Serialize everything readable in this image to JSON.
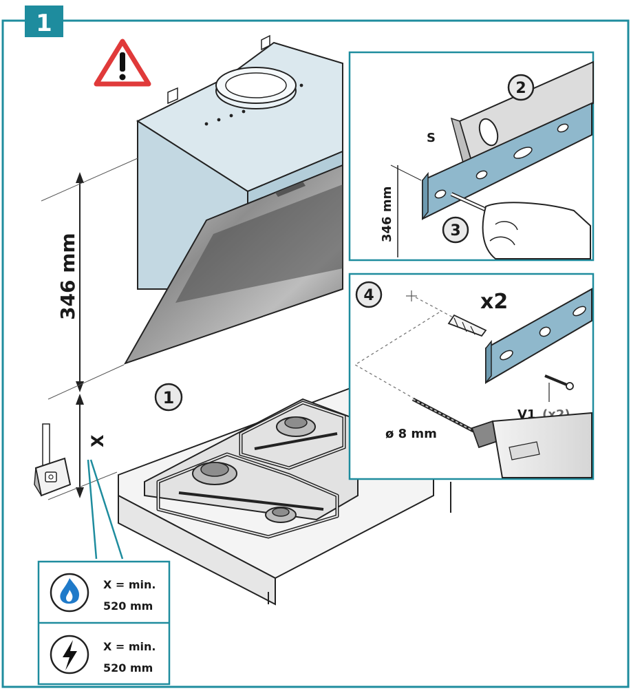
{
  "step_number": "1",
  "main_dimension": "346 mm",
  "clearance_variable": "X",
  "callouts": {
    "one": "1",
    "two": "2",
    "three": "3",
    "four": "4"
  },
  "detail_level": {
    "bracket_label": "S",
    "dimension": "346 mm"
  },
  "detail_drill": {
    "multiplier": "x2",
    "drill_size": "ø 8 mm",
    "screw_label": "V1",
    "screw_qty": "(x2)"
  },
  "requirements": [
    {
      "type": "gas",
      "line1": "X = min.",
      "line2": "520 mm"
    },
    {
      "type": "electric",
      "line1": "X = min.",
      "line2": "520 mm"
    }
  ],
  "colors": {
    "teal": "#1e8c9e",
    "steel_blue": "#8fb8cc",
    "hood_body": "#c9dde6",
    "warning_red": "#e03a3a",
    "gas_flame": "#1f7ac9"
  }
}
